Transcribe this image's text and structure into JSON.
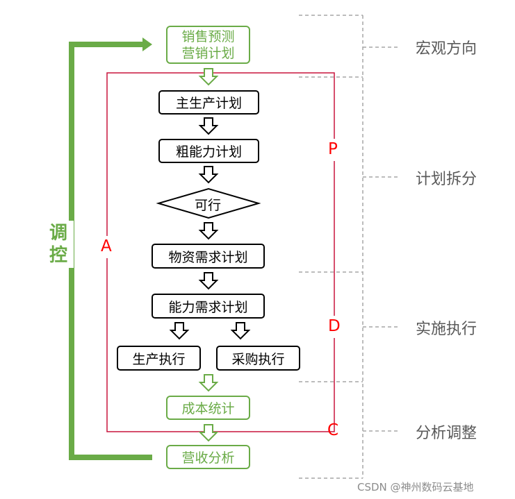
{
  "flow": {
    "sales_forecast": "销售预测",
    "marketing_plan": "营销计划",
    "mps": "主生产计划",
    "rccp": "粗能力计划",
    "feasible": "可行",
    "mrp": "物资需求计划",
    "crp": "能力需求计划",
    "production_exec": "生产执行",
    "purchase_exec": "采购执行",
    "cost_accounting": "成本统计",
    "revenue_analysis": "营收分析"
  },
  "pdca": {
    "p": "P",
    "d": "D",
    "c": "C",
    "a": "A"
  },
  "control_loop": {
    "line1": "调",
    "line2": "控"
  },
  "phases": [
    "宏观方向",
    "计划拆分",
    "实施执行",
    "分析调整"
  ],
  "watermark": "CSDN @神州数码云基地",
  "colors": {
    "green": "#6aab47",
    "red_frame": "#c8143c",
    "pdca_text": "#ff0000",
    "dashed_gray": "#a6a6a6",
    "phase_text": "#595959"
  }
}
